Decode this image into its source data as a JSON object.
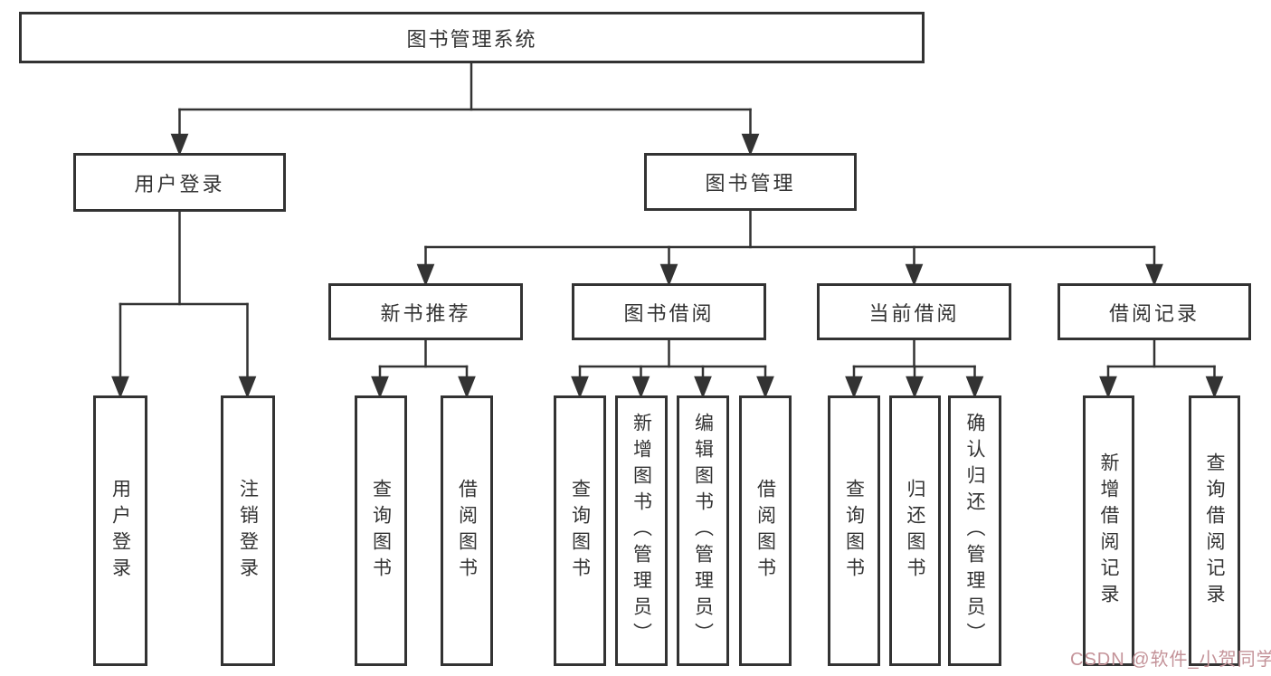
{
  "diagram": {
    "tree": {
      "label": "图书管理系统",
      "children": [
        {
          "label": "用户登录",
          "children": [
            {
              "label": "用户登录"
            },
            {
              "label": "注销登录"
            }
          ]
        },
        {
          "label": "图书管理",
          "children": [
            {
              "label": "新书推荐",
              "children": [
                {
                  "label": "查询图书"
                },
                {
                  "label": "借阅图书"
                }
              ]
            },
            {
              "label": "图书借阅",
              "children": [
                {
                  "label": "查询图书"
                },
                {
                  "label": "新增图书（管理员）"
                },
                {
                  "label": "编辑图书（管理员）"
                },
                {
                  "label": "借阅图书"
                }
              ]
            },
            {
              "label": "当前借阅",
              "children": [
                {
                  "label": "查询图书"
                },
                {
                  "label": "归还图书"
                },
                {
                  "label": "确认归还（管理员）"
                }
              ]
            },
            {
              "label": "借阅记录",
              "children": [
                {
                  "label": "新增借阅记录"
                },
                {
                  "label": "查询借阅记录"
                }
              ]
            }
          ]
        }
      ]
    }
  },
  "watermark": {
    "text": "CSDN @软件_小贺同学"
  },
  "colors": {
    "line": "#333333",
    "text": "#333333",
    "box_background": "#ffffff",
    "watermark": "#c49399"
  }
}
